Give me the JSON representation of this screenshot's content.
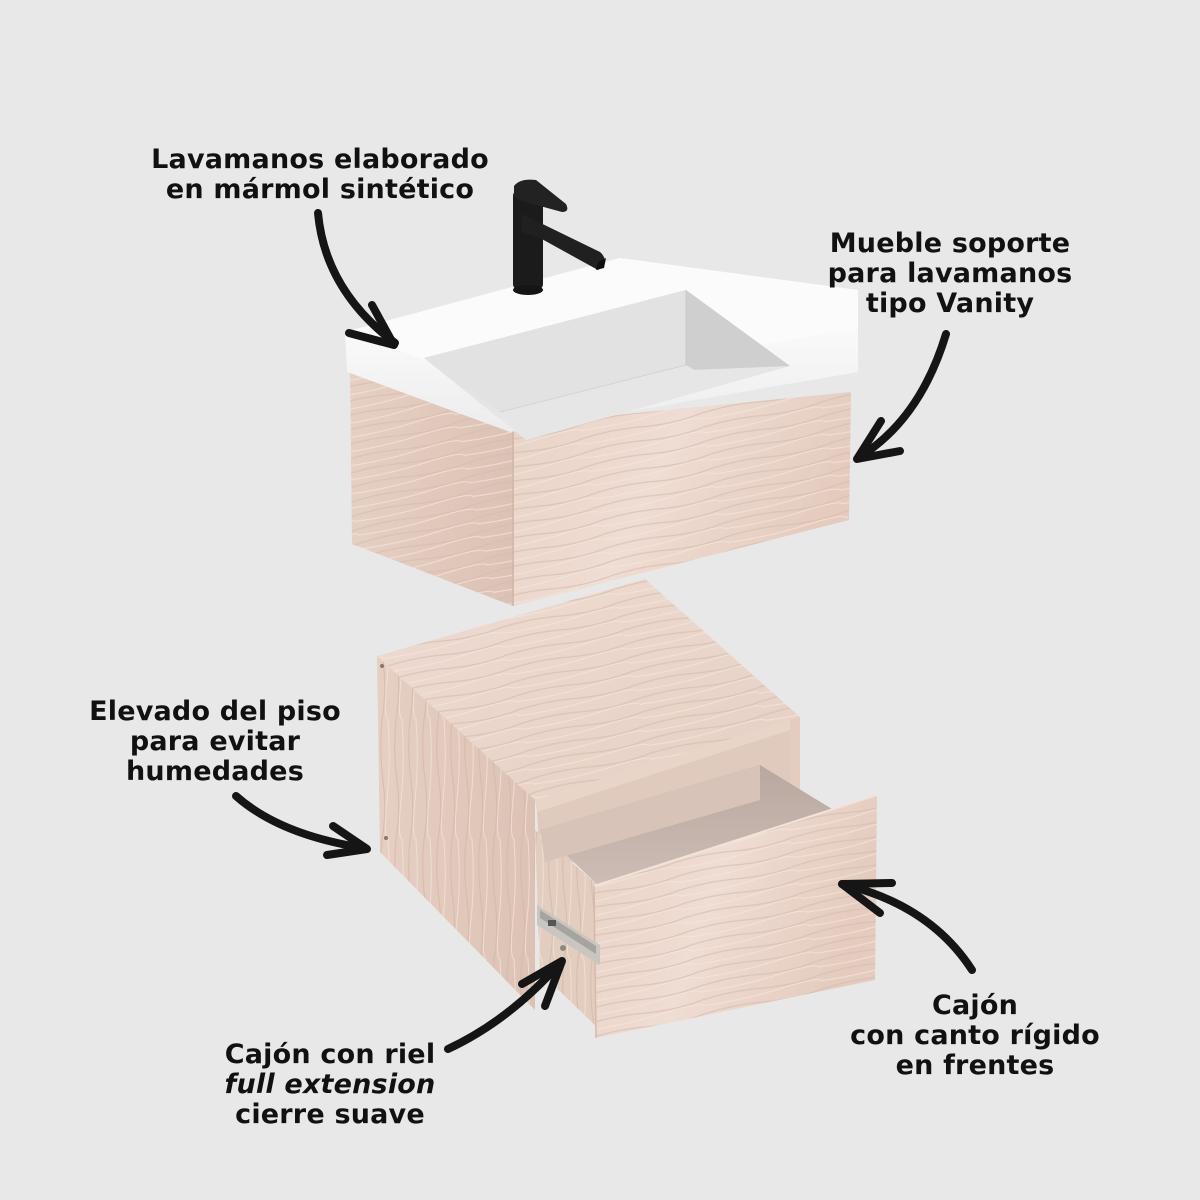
{
  "background_color": "#e8e8e8",
  "colors": {
    "wood_light": "#ecd8ce",
    "wood_mid": "#e2c9bc",
    "wood_dark": "#d5b9ab",
    "marble_white": "#f7f7f7",
    "basin_gray": "#dedede",
    "faucet_black": "#1a1a1a",
    "arrow_black": "#151515",
    "text_black": "#111111"
  },
  "callouts": {
    "sink": {
      "lines": [
        "Lavamanos elaborado",
        "en mármol sintético"
      ],
      "arrow_direction": "down-right"
    },
    "vanity": {
      "lines": [
        "Mueble soporte",
        "para lavamanos",
        "tipo Vanity"
      ],
      "arrow_direction": "down-left"
    },
    "floor": {
      "lines": [
        "Elevado del piso",
        "para evitar",
        "humedades"
      ],
      "arrow_direction": "right"
    },
    "rail": {
      "lines": [
        "Cajón con riel",
        "full extension",
        "cierre suave"
      ],
      "italic_line_index": 1,
      "arrow_direction": "up-right"
    },
    "front": {
      "lines": [
        "Cajón",
        "con canto rígido",
        "en frentes"
      ],
      "arrow_direction": "up-left"
    }
  },
  "product": {
    "components": [
      "sink-top",
      "faucet",
      "upper-vanity-box",
      "lower-drawer-cabinet",
      "drawer",
      "drawer-rail"
    ]
  }
}
